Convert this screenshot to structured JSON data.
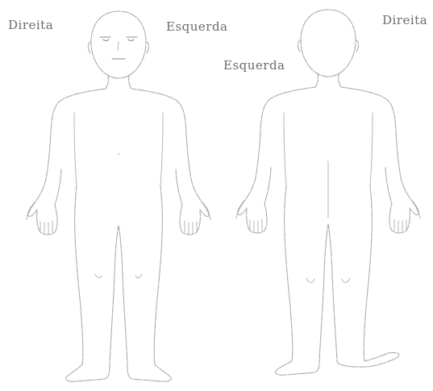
{
  "front_view": {
    "label_right": "Direita",
    "label_left": "Esquerda"
  },
  "back_view": {
    "label_left": "Esquerda",
    "label_right": "Direita"
  },
  "colors": {
    "background": "#ffffff",
    "outline": "#a9a9a9",
    "label_text": "#6b6b6b"
  }
}
